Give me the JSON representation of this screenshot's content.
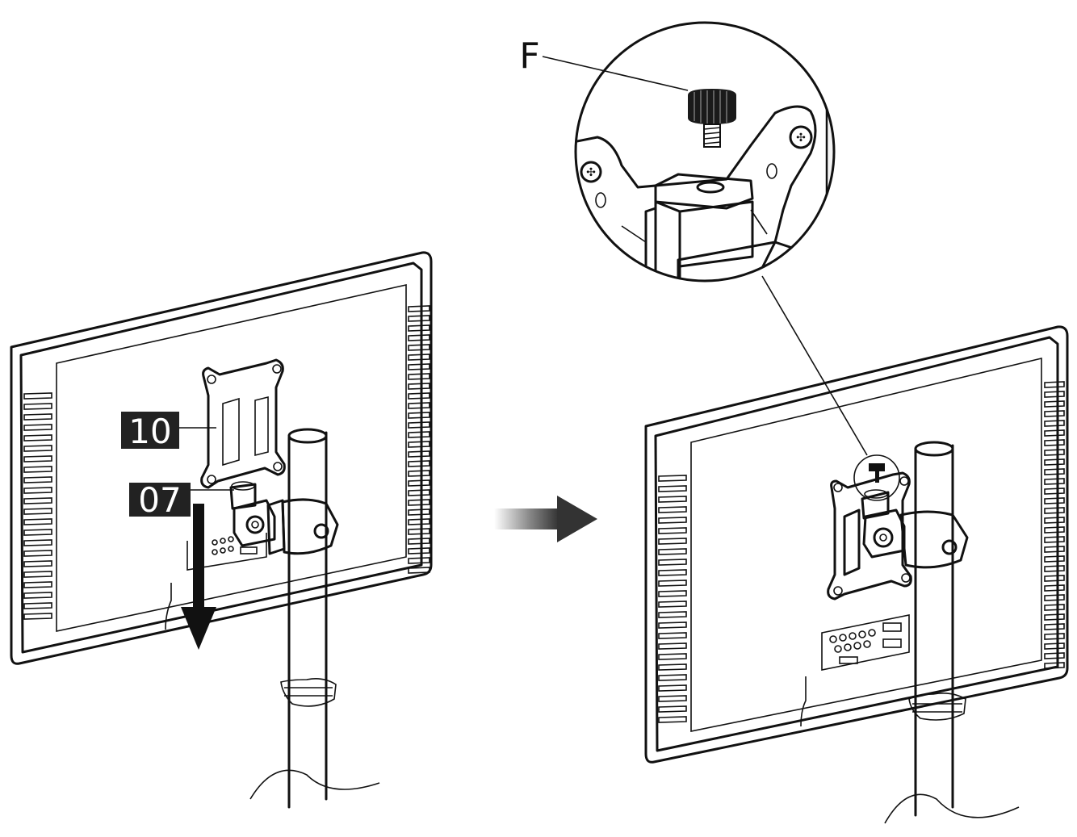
{
  "callouts": {
    "bracket_label": "10",
    "mount_label": "07",
    "knob_label": "F"
  },
  "colors": {
    "ink": "#111111",
    "label_box": "#222222",
    "label_text": "#ffffff",
    "monitor_fill": "#ffffff",
    "detail_fill": "#e8e8e8"
  },
  "icons": [
    "direction-down-arrow-icon",
    "progress-right-arrow-icon",
    "thumb-screw-icon"
  ]
}
